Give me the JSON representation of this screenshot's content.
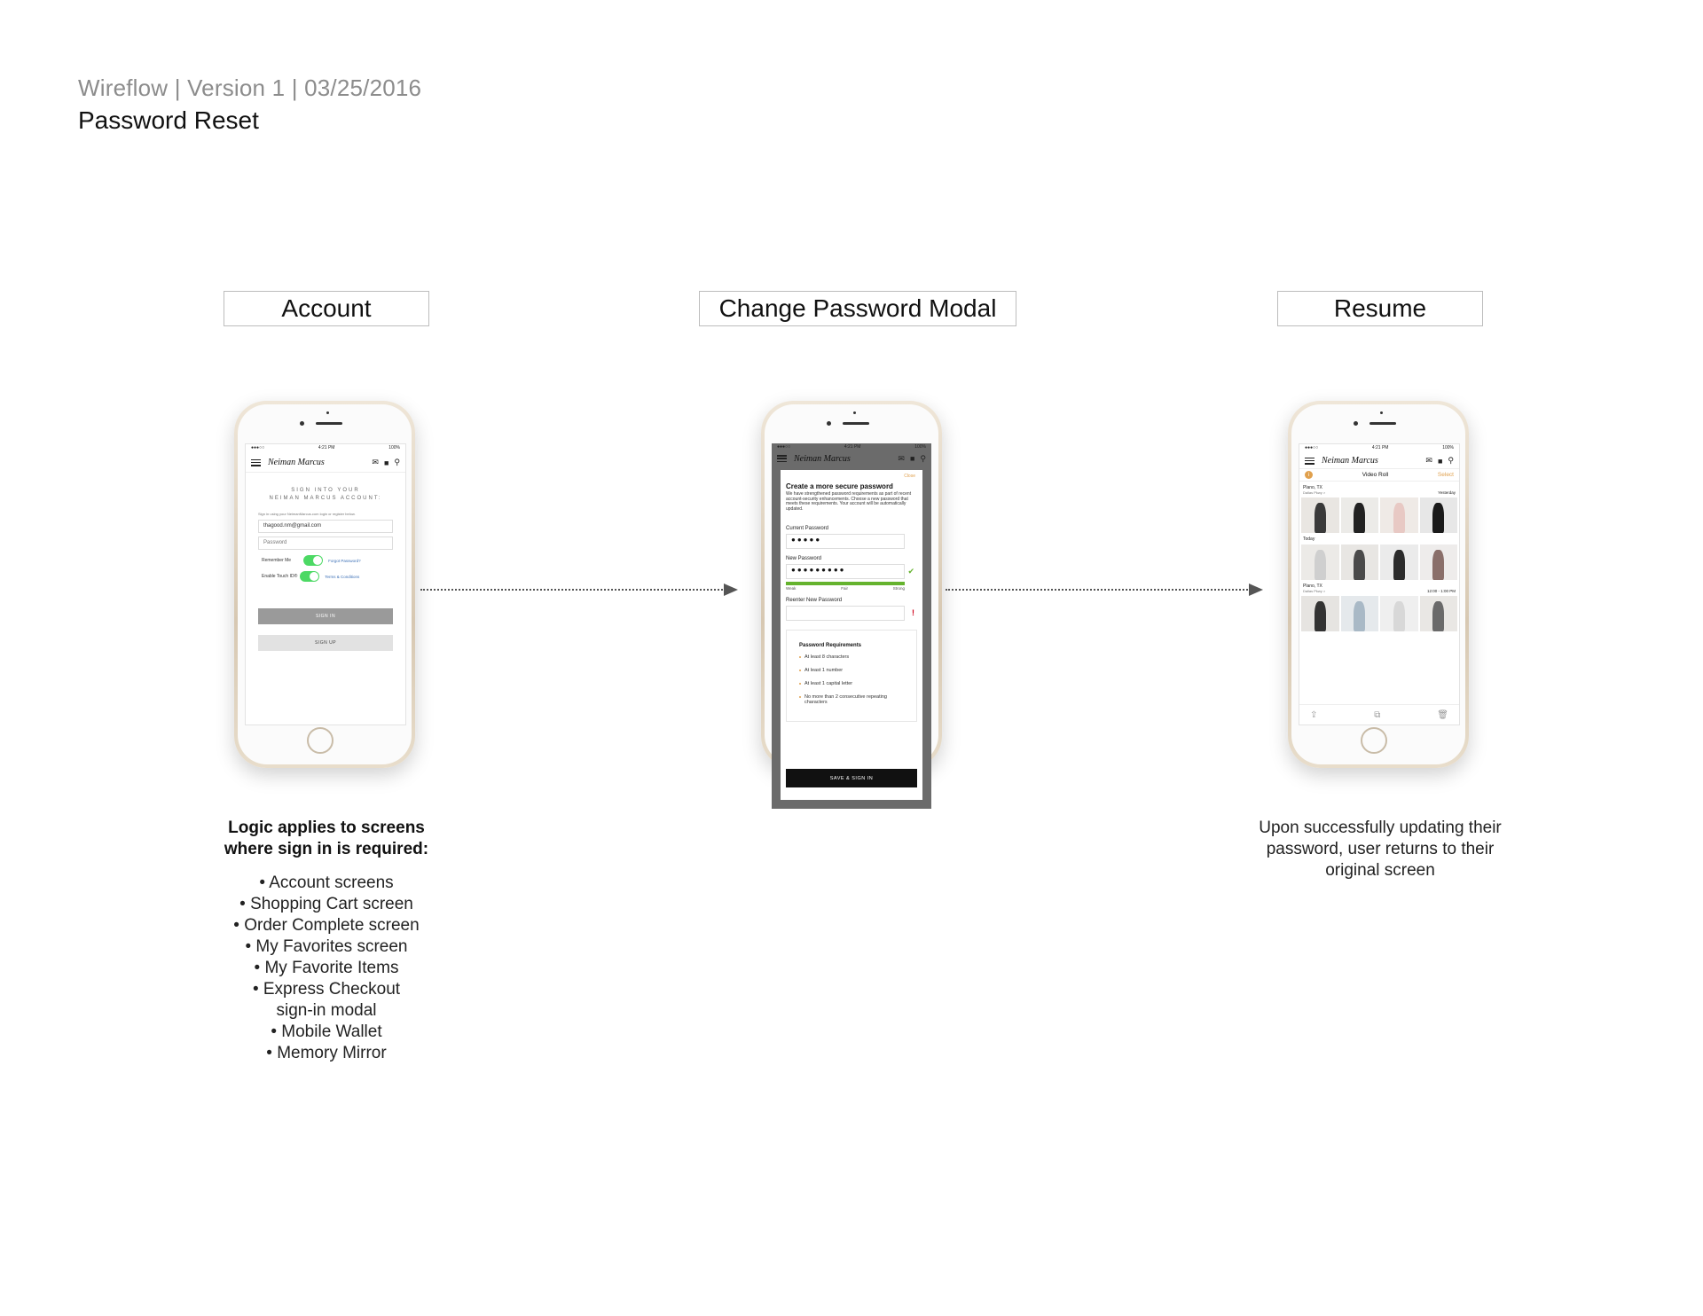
{
  "header": {
    "meta": "Wireflow | Version 1 | 03/25/2016",
    "title": "Password Reset"
  },
  "steps": [
    {
      "label": "Account"
    },
    {
      "label": "Change Password Modal"
    },
    {
      "label": "Resume"
    }
  ],
  "phone_common": {
    "time": "4:21 PM",
    "battery": "100%",
    "carrier": "●●●○○",
    "logo": "Neiman Marcus"
  },
  "account_screen": {
    "heading_line1": "SIGN INTO YOUR",
    "heading_line2": "NEIMAN MARCUS ACCOUNT:",
    "subtext": "Sign in using your NeimanMarcus.com login or register below.",
    "email_value": "thagood.nm@gmail.com",
    "password_placeholder": "Password",
    "remember_me": "Remember Me",
    "forgot_password": "Forgot Password?",
    "enable_touch_id": "Enable Touch ID®",
    "terms": "Terms & Conditions",
    "sign_in": "SIGN IN",
    "sign_up": "SIGN UP"
  },
  "modal_screen": {
    "close": "Close",
    "title": "Create a more secure password",
    "body": "We have strengthened password requirements as part of recent account-security enhancements. Choose a new password that meets these requirements. Your account will be automatically updated.",
    "current_password_label": "Current Password",
    "current_password_value": "●●●●●",
    "new_password_label": "New Password",
    "new_password_value": "●●●●●●●●●",
    "strength": {
      "weak": "Weak",
      "fair": "Fair",
      "strong": "Strong"
    },
    "reenter_label": "Reenter New Password",
    "reenter_value": "",
    "requirements_title": "Password Requirements",
    "requirements": [
      "At least 8 characters",
      "At least 1 number",
      "At least 1 capital letter",
      "No more than 2 consecutive repeating characters"
    ],
    "save_button": "SAVE & SIGN IN",
    "colors": {
      "check": "#65b32e",
      "error": "#d0021b",
      "accent": "#e0a04d"
    }
  },
  "resume_screen": {
    "info_icon": "i",
    "title": "Video Roll",
    "select": "Select",
    "groups": [
      {
        "location": "Plano, TX",
        "sublocation": "Dallas Pkwy >",
        "time": "Yesterday"
      },
      {
        "location": "Today",
        "sublocation": "",
        "time": ""
      },
      {
        "location": "Plano, TX",
        "sublocation": "Dallas Pkwy >",
        "time": "12:00 - 1:00 PM"
      }
    ],
    "toolbar_icons": [
      "share-icon",
      "compare-icon",
      "trash-icon"
    ]
  },
  "captions": {
    "account_title_line1": "Logic applies to screens",
    "account_title_line2": "where sign in is required:",
    "account_items": [
      "• Account screens",
      "• Shopping Cart screen",
      "• Order Complete screen",
      "• My Favorites screen",
      "• My Favorite Items",
      "• Express Checkout",
      "sign-in modal",
      "• Mobile Wallet",
      "• Memory Mirror"
    ],
    "resume_line1": "Upon successfully updating their",
    "resume_line2": "password, user returns to their",
    "resume_line3": "original screen"
  }
}
